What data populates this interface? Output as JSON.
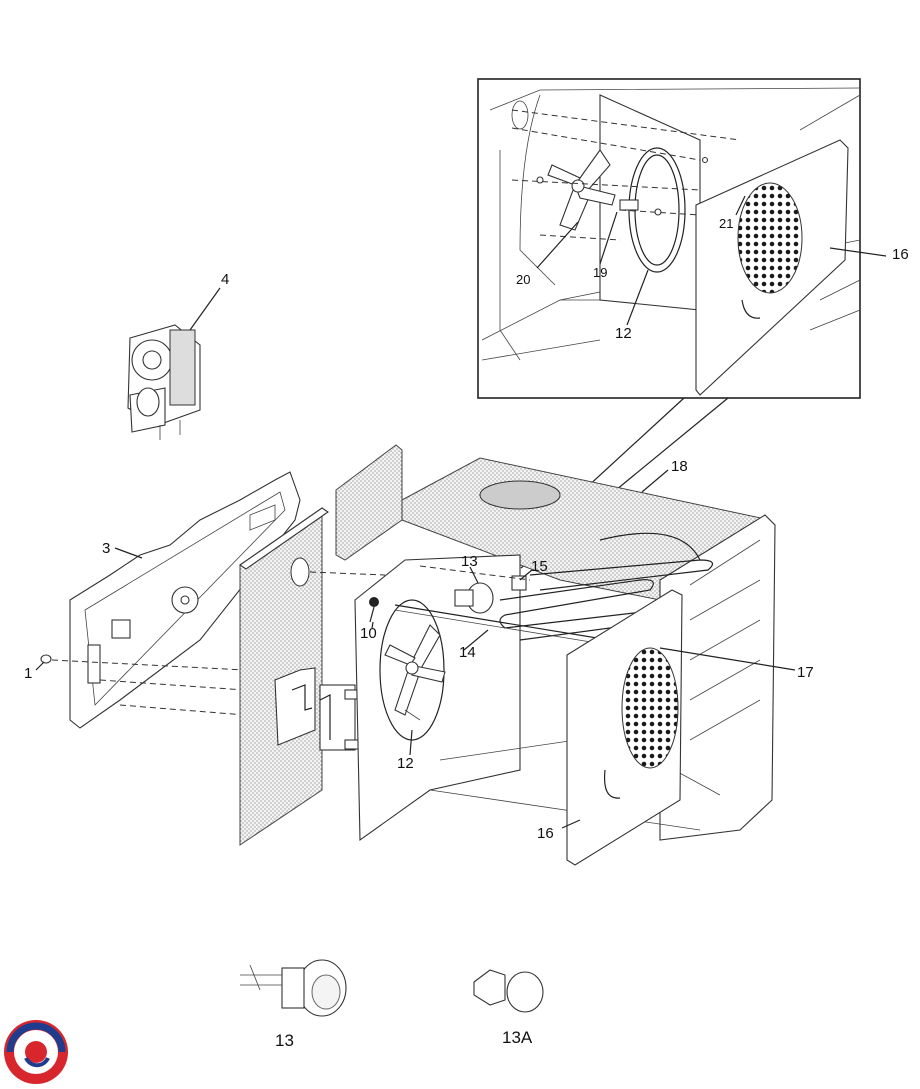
{
  "labels": {
    "l1": "1",
    "l3": "3",
    "l4": "4",
    "l10": "10",
    "l12a": "12",
    "l12b": "12",
    "l13a": "13",
    "l13b": "13",
    "l13A": "13A",
    "l14": "14",
    "l15": "15",
    "l16a": "16",
    "l16b": "16",
    "l17": "17",
    "l18": "18",
    "l19": "19",
    "l20": "20",
    "l21": "21"
  },
  "colors": {
    "logo_red": "#d7262c",
    "logo_blue": "#1f3d8f"
  },
  "icons": {
    "logo": "circular-swirl-logo"
  }
}
